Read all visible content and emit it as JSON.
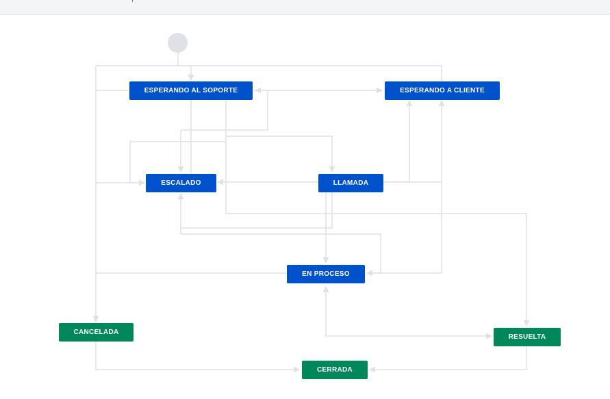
{
  "colors": {
    "in_progress_status": "#0052cc",
    "done_status": "#00875a",
    "connector": "#dfe1e6",
    "start_node": "#dfe1e6"
  },
  "diagram": {
    "statuses": {
      "esperando_soporte": "ESPERANDO AL SOPORTE",
      "esperando_cliente": "ESPERANDO A CLIENTE",
      "escalado": "ESCALADO",
      "llamada": "LLAMADA",
      "en_proceso": "EN PROCESO",
      "cancelada": "CANCELADA",
      "resuelta": "RESUELTA",
      "cerrada": "CERRADA"
    }
  }
}
